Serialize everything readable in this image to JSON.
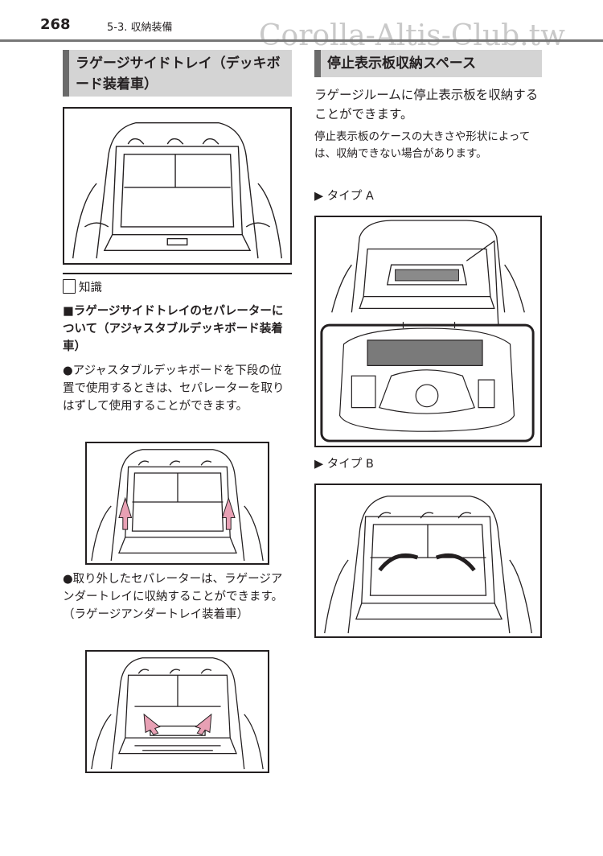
{
  "header": {
    "page_number": "268",
    "chapter": "5-3. 収納装備",
    "watermark": "Corolla-Altis-Club.tw"
  },
  "left": {
    "heading": "ラゲージサイドトレイ（デッキボード装着車）",
    "knowledge_label": "知識",
    "subsection_title": "■ラゲージサイドトレイのセパレーターについて（アジャスタブルデッキボード装着車）",
    "para1": "●アジャスタブルデッキボードを下段の位置で使用するときは、セパレーターを取りはずして使用することができます。",
    "para2": "●取り外したセパレーターは、ラゲージアンダートレイに収納することができます。（ラゲージアンダートレイ装着車）"
  },
  "right": {
    "heading": "停止表示板収納スペース",
    "para1": "ラゲージルームに停止表示板を収納することができます。",
    "para2": "停止表示板のケースの大きさや形状によっては、収納できない場合があります。",
    "type_a": "▶ タイプ A",
    "type_b": "▶ タイプ B"
  },
  "colors": {
    "heading_bg": "#d4d4d4",
    "heading_bar": "#6b6b6b",
    "arrow_pink": "#e8a0b4"
  }
}
